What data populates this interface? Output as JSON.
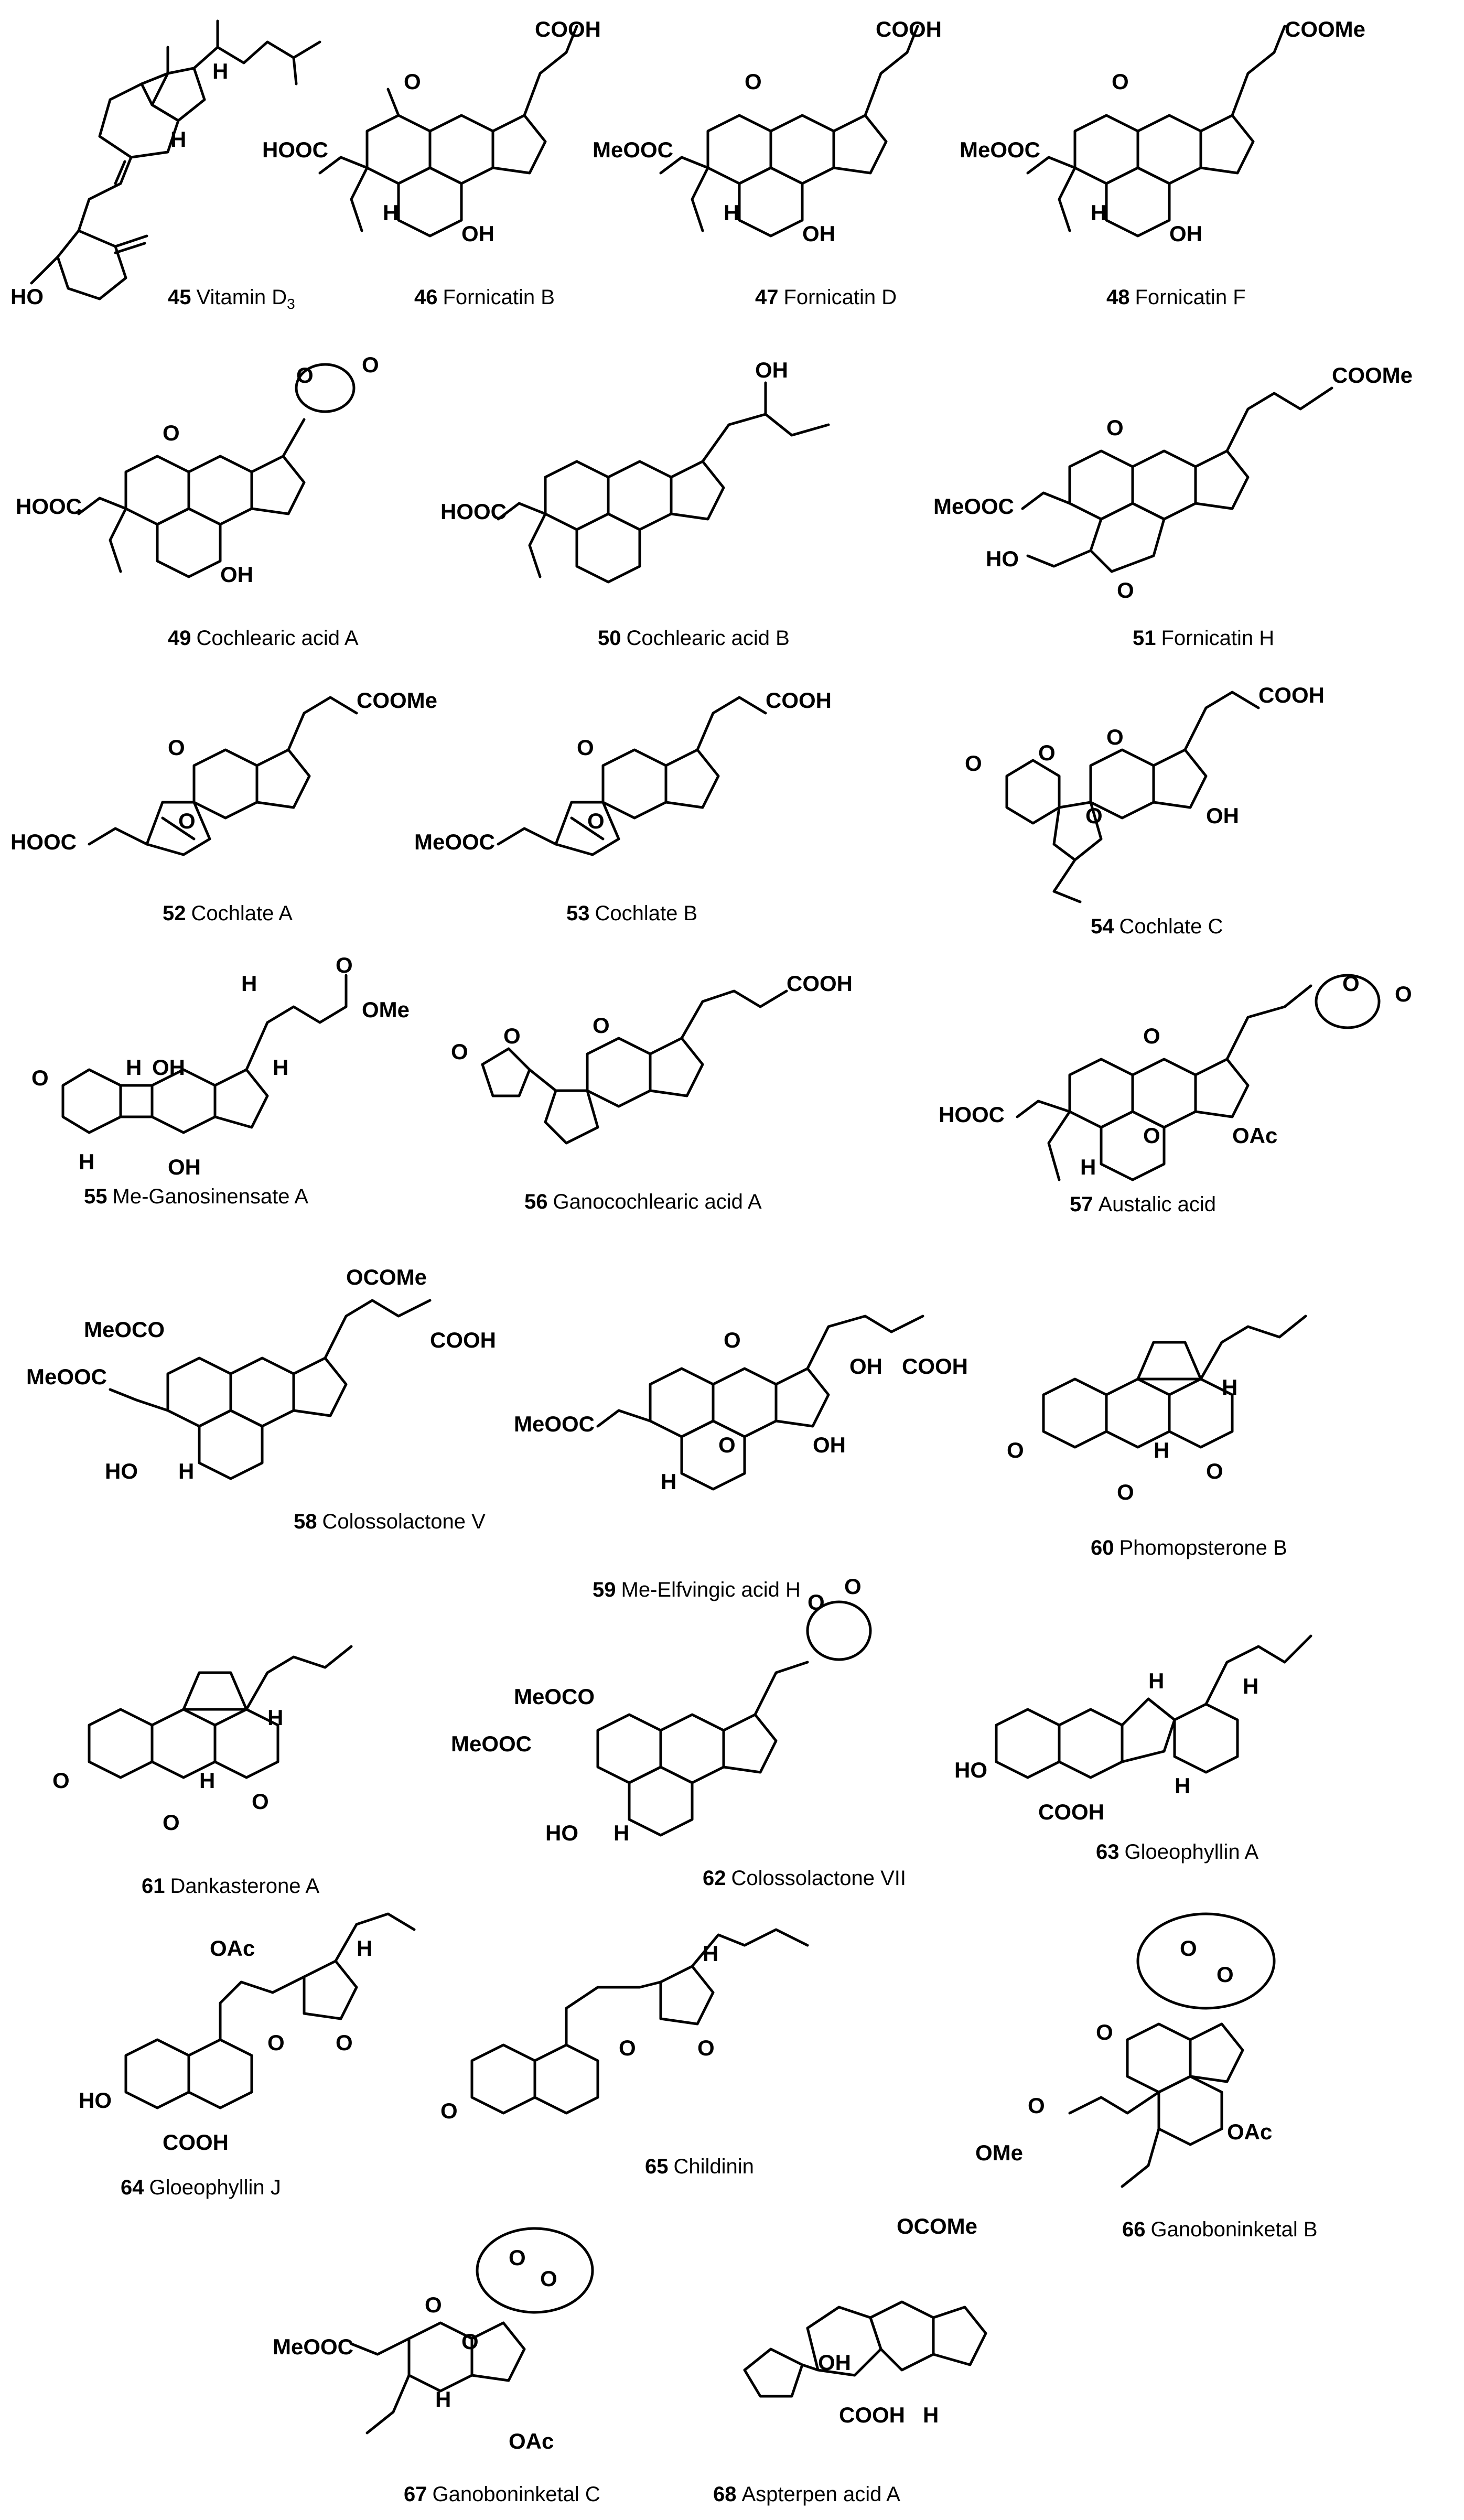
{
  "compounds": [
    {
      "number": "45",
      "name": "Vitamin D",
      "subscript": "3"
    },
    {
      "number": "46",
      "name": "Fornicatin B"
    },
    {
      "number": "47",
      "name": "Fornicatin D"
    },
    {
      "number": "48",
      "name": "Fornicatin F"
    },
    {
      "number": "49",
      "name": "Cochlearic acid A"
    },
    {
      "number": "50",
      "name": "Cochlearic acid B"
    },
    {
      "number": "51",
      "name": "Fornicatin H"
    },
    {
      "number": "52",
      "name": "Cochlate A"
    },
    {
      "number": "53",
      "name": "Cochlate B"
    },
    {
      "number": "54",
      "name": "Cochlate C"
    },
    {
      "number": "55",
      "name": "Me-Ganosinensate A"
    },
    {
      "number": "56",
      "name": "Ganocochlearic acid A"
    },
    {
      "number": "57",
      "name": "Austalic acid"
    },
    {
      "number": "58",
      "name": "Colossolactone V"
    },
    {
      "number": "59",
      "name": "Me-Elfvingic acid H"
    },
    {
      "number": "60",
      "name": "Phomopsterone B"
    },
    {
      "number": "61",
      "name": "Dankasterone A"
    },
    {
      "number": "62",
      "name": "Colossolactone VII"
    },
    {
      "number": "63",
      "name": "Gloeophyllin A"
    },
    {
      "number": "64",
      "name": "Gloeophyllin J"
    },
    {
      "number": "65",
      "name": "Childinin"
    },
    {
      "number": "66",
      "name": "Ganoboninketal B"
    },
    {
      "number": "67",
      "name": "Ganoboninketal C"
    },
    {
      "number": "68",
      "name": "Aspterpen acid A"
    }
  ],
  "atom_labels": {
    "cooh": "COOH",
    "hooc": "HOOC",
    "meooc": "MeOOC",
    "coome": "COOMe",
    "oh": "OH",
    "ho": "HO",
    "h": "H",
    "o": "O",
    "oac": "OAc",
    "ome": "OMe",
    "meoco": "MeOCO",
    "ocome": "OCOMe"
  }
}
